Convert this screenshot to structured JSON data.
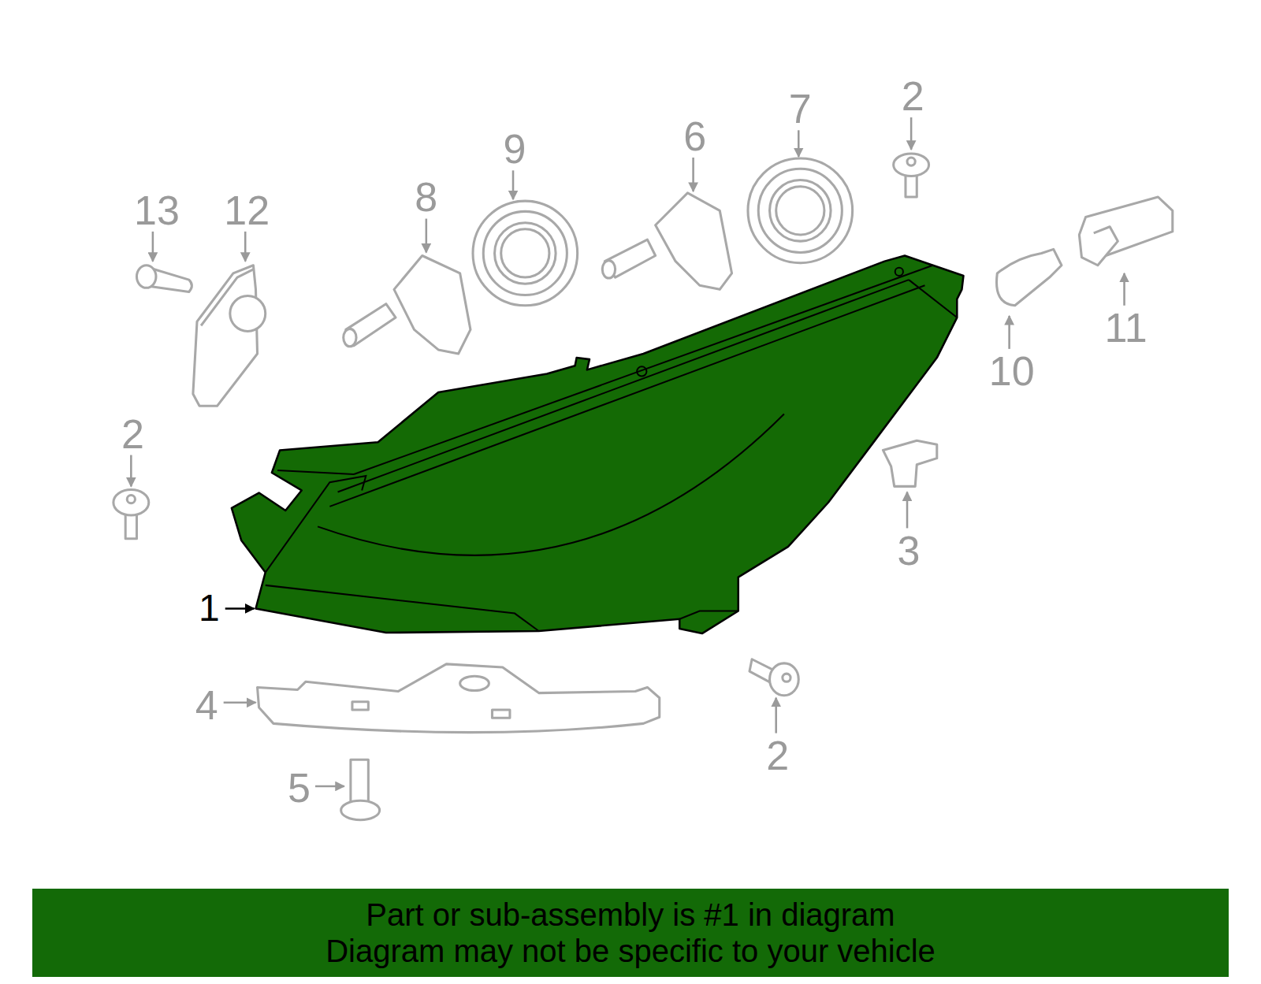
{
  "diagram": {
    "nodes": [
      {
        "text": [
          "Part or sub-assembly is #1 in diagram",
          "Diagram may not be specific to your vehicle"
        ]
      }
    ],
    "labels": [
      "13",
      "12",
      "8",
      "9",
      "6",
      "7",
      "2",
      "11",
      "10",
      "2",
      "3",
      "1",
      "4",
      "2",
      "5"
    ]
  }
}
